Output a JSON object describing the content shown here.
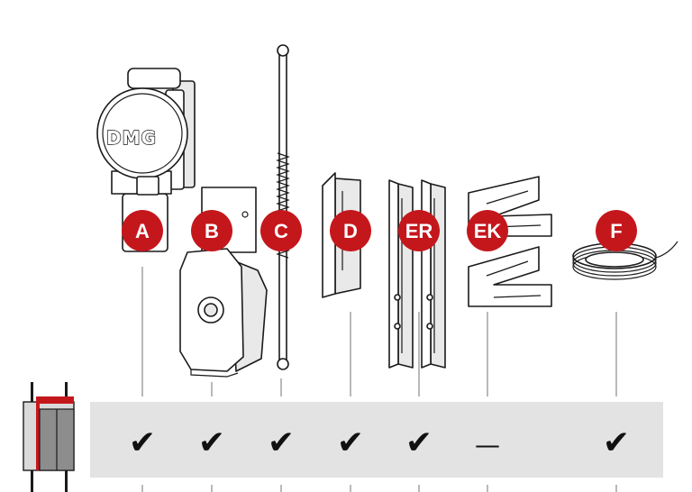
{
  "colors": {
    "badge": "#c4171c",
    "band": "#e3e3e3",
    "ink": "#111111",
    "connector": "#8a8a8a"
  },
  "logo": {
    "text": "DMG"
  },
  "columns": [
    {
      "label": "A",
      "mark": "✔"
    },
    {
      "label": "B",
      "mark": "✔"
    },
    {
      "label": "C",
      "mark": "✔"
    },
    {
      "label": "D",
      "mark": "✔"
    },
    {
      "label": "ER",
      "mark": "✔"
    },
    {
      "label": "EK",
      "mark": "—"
    },
    {
      "label": "F",
      "mark": "✔"
    }
  ]
}
